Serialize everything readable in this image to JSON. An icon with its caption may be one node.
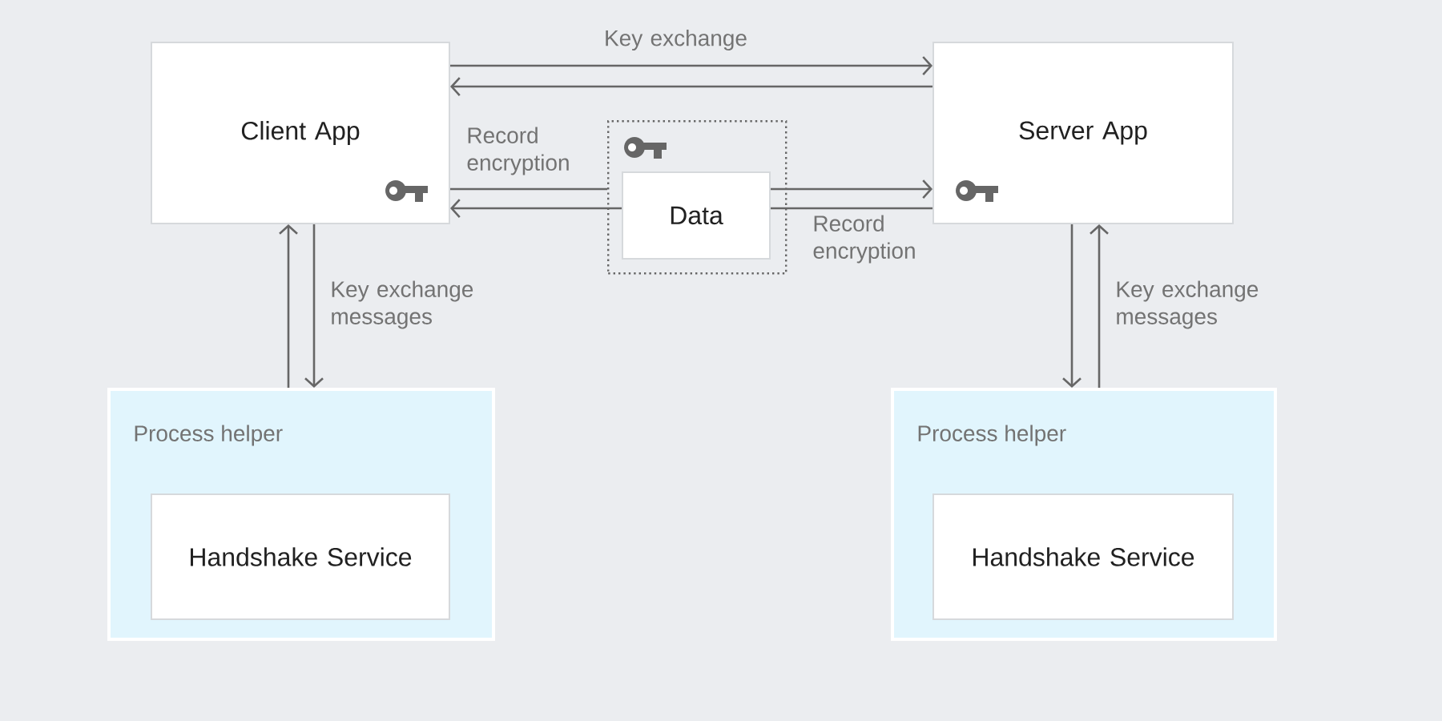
{
  "diagram": {
    "nodes": [
      {
        "text": [
          "Client App"
        ]
      },
      {
        "text": [
          "Server App"
        ]
      },
      {
        "text": [],
        "shape": "box"
      },
      {
        "text": [
          "Data"
        ],
        "in": 2
      },
      {
        "text": [
          "Process helper"
        ]
      },
      {
        "text": [
          "Handshake Service"
        ],
        "in": 4
      },
      {
        "text": [
          "Process helper"
        ]
      },
      {
        "text": [
          "Handshake Service"
        ],
        "in": 6
      }
    ],
    "edges": [
      {
        "from": 0,
        "to": 1,
        "arrow": "to",
        "label": "Key exchange"
      },
      {
        "from": 1,
        "to": 0,
        "arrow": "to"
      },
      {
        "from": 0,
        "to": 2,
        "arrow": "none",
        "label": "Record encryption"
      },
      {
        "from": 3,
        "to": 1,
        "arrow": "to"
      },
      {
        "from": 1,
        "to": 3,
        "arrow": "none",
        "label": "Record encryption"
      },
      {
        "from": 3,
        "to": 0,
        "arrow": "to"
      },
      {
        "from": 4,
        "to": 0,
        "arrow": "to"
      },
      {
        "from": 0,
        "to": 4,
        "arrow": "to",
        "label": "Key exchange messages"
      },
      {
        "from": 1,
        "to": 6,
        "arrow": "to"
      },
      {
        "from": 6,
        "to": 1,
        "arrow": "to",
        "label": "Key exchange messages"
      }
    ]
  }
}
